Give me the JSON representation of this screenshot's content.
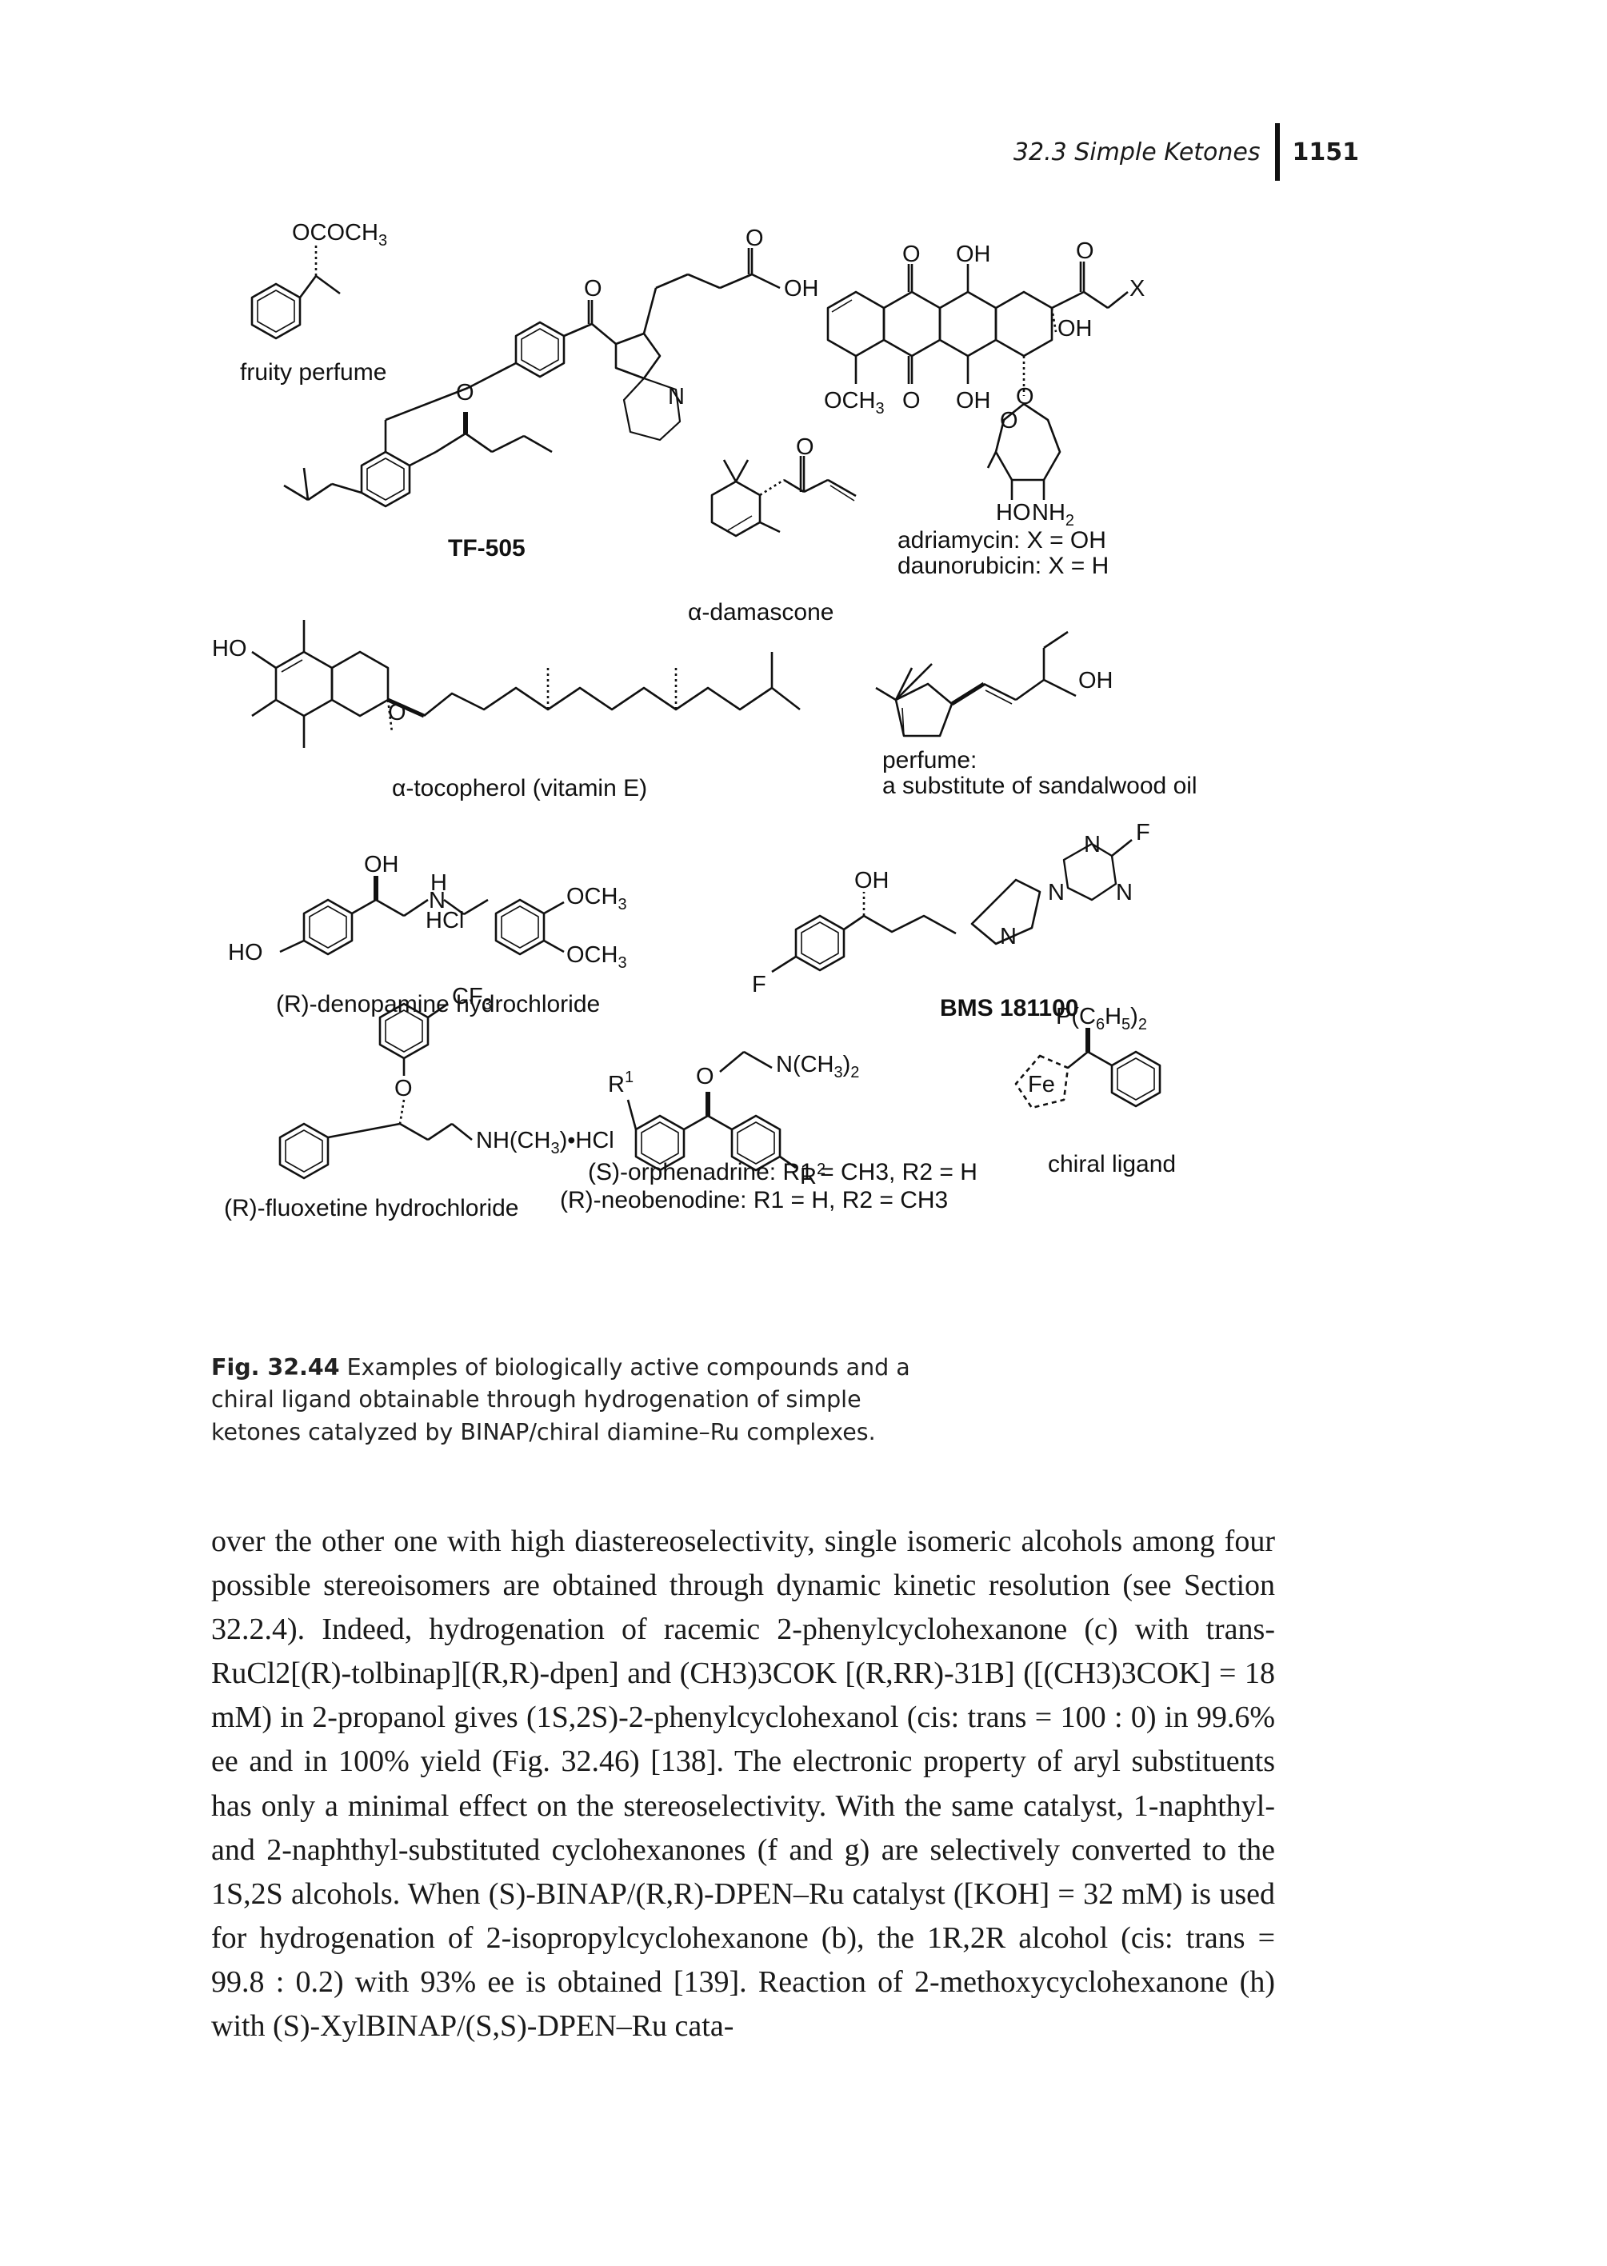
{
  "header": {
    "section": "32.3 Simple Ketones",
    "page_number": "1151"
  },
  "figure": {
    "groups": {
      "acetate": "OCOCH",
      "carboxylic_acid": "OH",
      "carbonyl_o": "O",
      "ring_n": "N",
      "ether_o": "O",
      "phenol_ho": "HO",
      "pyran_o": "O",
      "alcohol_oh": "OH",
      "x_group": "X",
      "methoxy": "OCH",
      "sugar_o": "O",
      "amine_ho": "HO",
      "amine_nh": "NH",
      "chain_oh": "OH",
      "denopamine_oh": "OH",
      "denopamine_h": "H",
      "denopamine_n": "N",
      "denopamine_hcl": "HCl",
      "denopamine_ho": "HO",
      "bms_oh": "OH",
      "bms_f": "F",
      "pyrimidine_f": "F",
      "piperazine_n1": "N",
      "piperazine_n2": "N",
      "pyrimidine_n": "N",
      "cf3": "CF",
      "fluoxetine_o": "O",
      "fluoxetine_amine": "NH(CH",
      "fluoxetine_salt": ")•HCl",
      "r1": "R",
      "orph_o": "O",
      "orph_amine": "N(CH",
      "r2": "R",
      "phosphine": "P(C",
      "fe": "Fe"
    },
    "labels": {
      "fruity_perfume": "fruity perfume",
      "tf505": "TF-505",
      "damascone": "α-damascone",
      "adriamycin": "adriamycin: X = OH",
      "daunorubicin": "daunorubicin: X = H",
      "tocopherol": "α-tocopherol (vitamin E)",
      "sandalwood_1": "perfume:",
      "sandalwood_2": "a substitute of sandalwood oil",
      "denopamine": "(R)-denopamine hydrochloride",
      "bms": "BMS 181100",
      "fluoxetine": "(R)-fluoxetine hydrochloride",
      "orphenadrine": "(S)-orphenadrine: R1 = CH3, R2 = H",
      "neobenodine": "(R)-neobenodine: R1 = H, R2 = CH3",
      "chiral_ligand": "chiral ligand"
    }
  },
  "caption": {
    "label": "Fig. 32.44",
    "text": "Examples of biologically active compounds and a chiral ligand obtainable through hydrogenation of simple ketones catalyzed by BINAP/chiral diamine–Ru complexes."
  },
  "body": {
    "paragraph": "over the other one with high diastereoselectivity, single isomeric alcohols among four possible stereoisomers are obtained through dynamic kinetic resolution (see Section 32.2.4). Indeed, hydrogenation of racemic 2-phenylcyclohexanone (c) with trans-RuCl2[(R)-tolbinap][(R,R)-dpen] and (CH3)3COK [(R,RR)-31B] ([(CH3)3COK] = 18 mM) in 2-propanol gives (1S,2S)-2-phenylcyclohexanol (cis: trans = 100 : 0) in 99.6% ee and in 100% yield (Fig. 32.46) [138]. The electronic property of aryl substituents has only a minimal effect on the stereoselectivity. With the same catalyst, 1-naphthyl- and 2-naphthyl-substituted cyclohexanones (f and g) are selectively converted to the 1S,2S alcohols. When (S)-BINAP/(R,R)-DPEN–Ru catalyst ([KOH] = 32 mM) is used for hydrogenation of 2-isopropylcyclohexanone (b), the 1R,2R alcohol (cis: trans = 99.8 : 0.2) with 93% ee is obtained [139]. Reaction of 2-methoxycyclohexanone (h) with (S)-XylBINAP/(S,S)-DPEN–Ru cata-"
  }
}
